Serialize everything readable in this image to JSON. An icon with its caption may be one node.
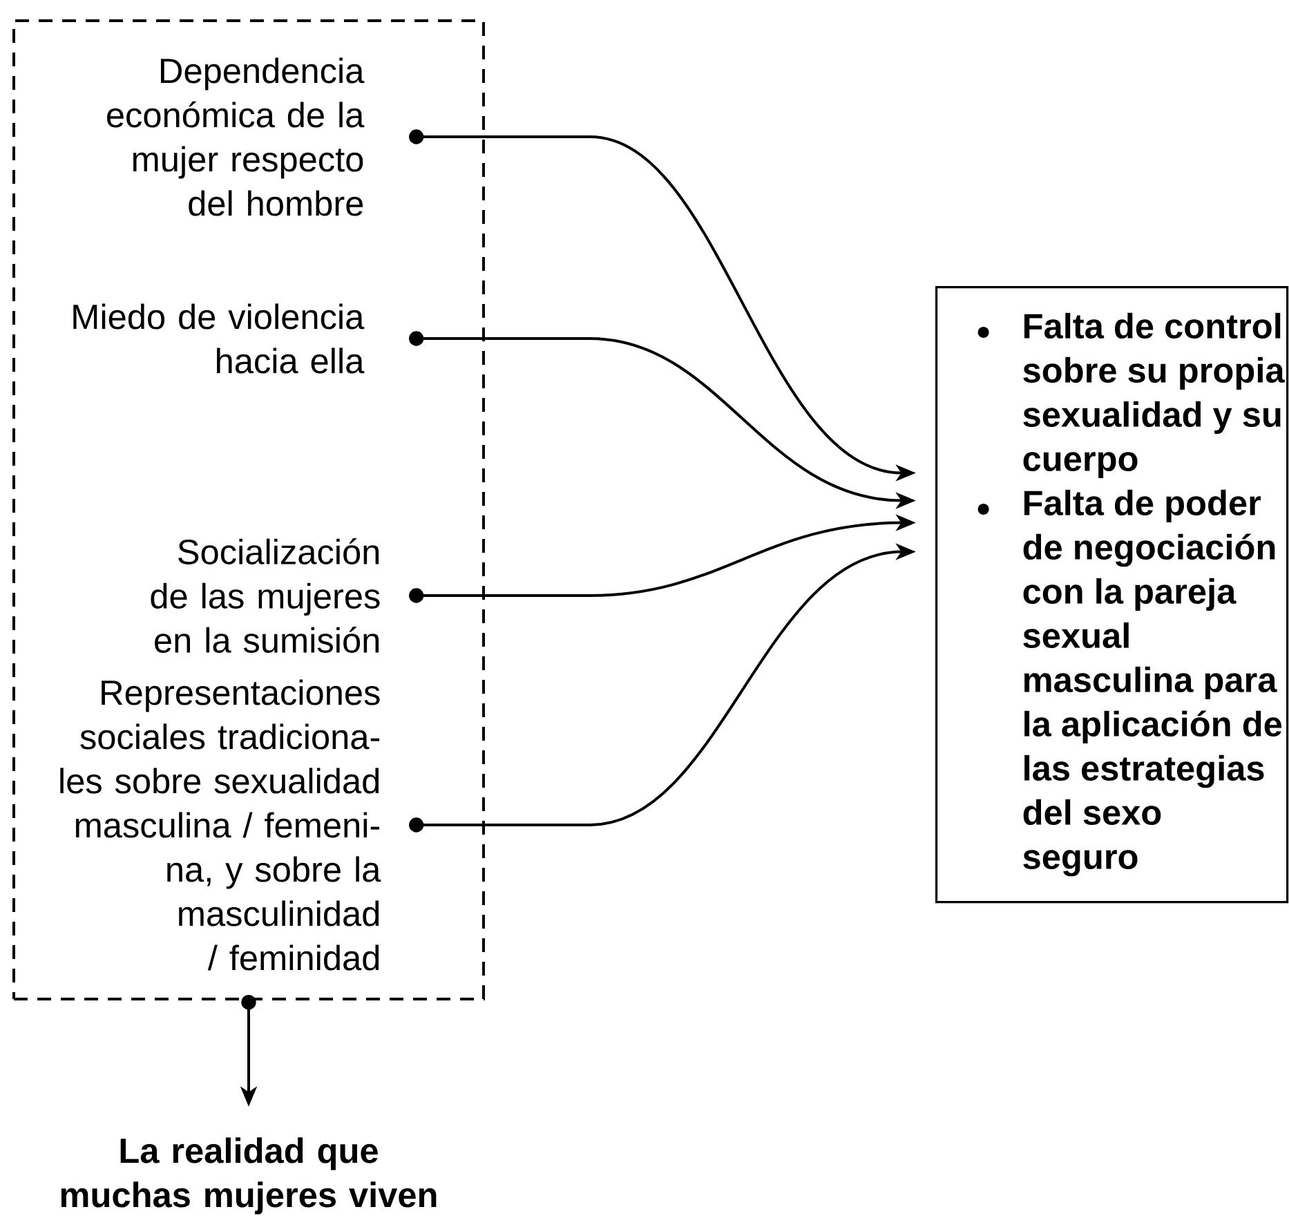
{
  "diagram": {
    "nodes": [
      {
        "text": [],
        "shape": "box"
      },
      {
        "text": [
          "Dependencia económica de la mujer respecto del hombre"
        ],
        "in": 0
      },
      {
        "text": [
          "Miedo de violencia hacia ella"
        ],
        "in": 0
      },
      {
        "text": [
          "Socialización de las mujeres en la sumisión"
        ],
        "in": 0
      },
      {
        "text": [
          "Representaciones sociales tradiciona- les sobre sexualidad masculina / femeni- na, y sobre la masculinidad / feminidad"
        ],
        "in": 0
      },
      {
        "text": [
          "Falta de control sobre su propia sexualidad y su cuerpo",
          "Falta de poder de negociación con la pareja sexual masculina para la aplicación de las estrategias del sexo seguro"
        ]
      },
      {
        "text": [
          "La realidad que muchas mujeres viven"
        ]
      }
    ],
    "edges": [
      {
        "from": 1,
        "to": 5,
        "arrow": "to"
      },
      {
        "from": 2,
        "to": 5,
        "arrow": "to"
      },
      {
        "from": 3,
        "to": 5,
        "arrow": "to"
      },
      {
        "from": 4,
        "to": 5,
        "arrow": "to"
      },
      {
        "from": 0,
        "to": 6,
        "arrow": "to"
      }
    ]
  }
}
